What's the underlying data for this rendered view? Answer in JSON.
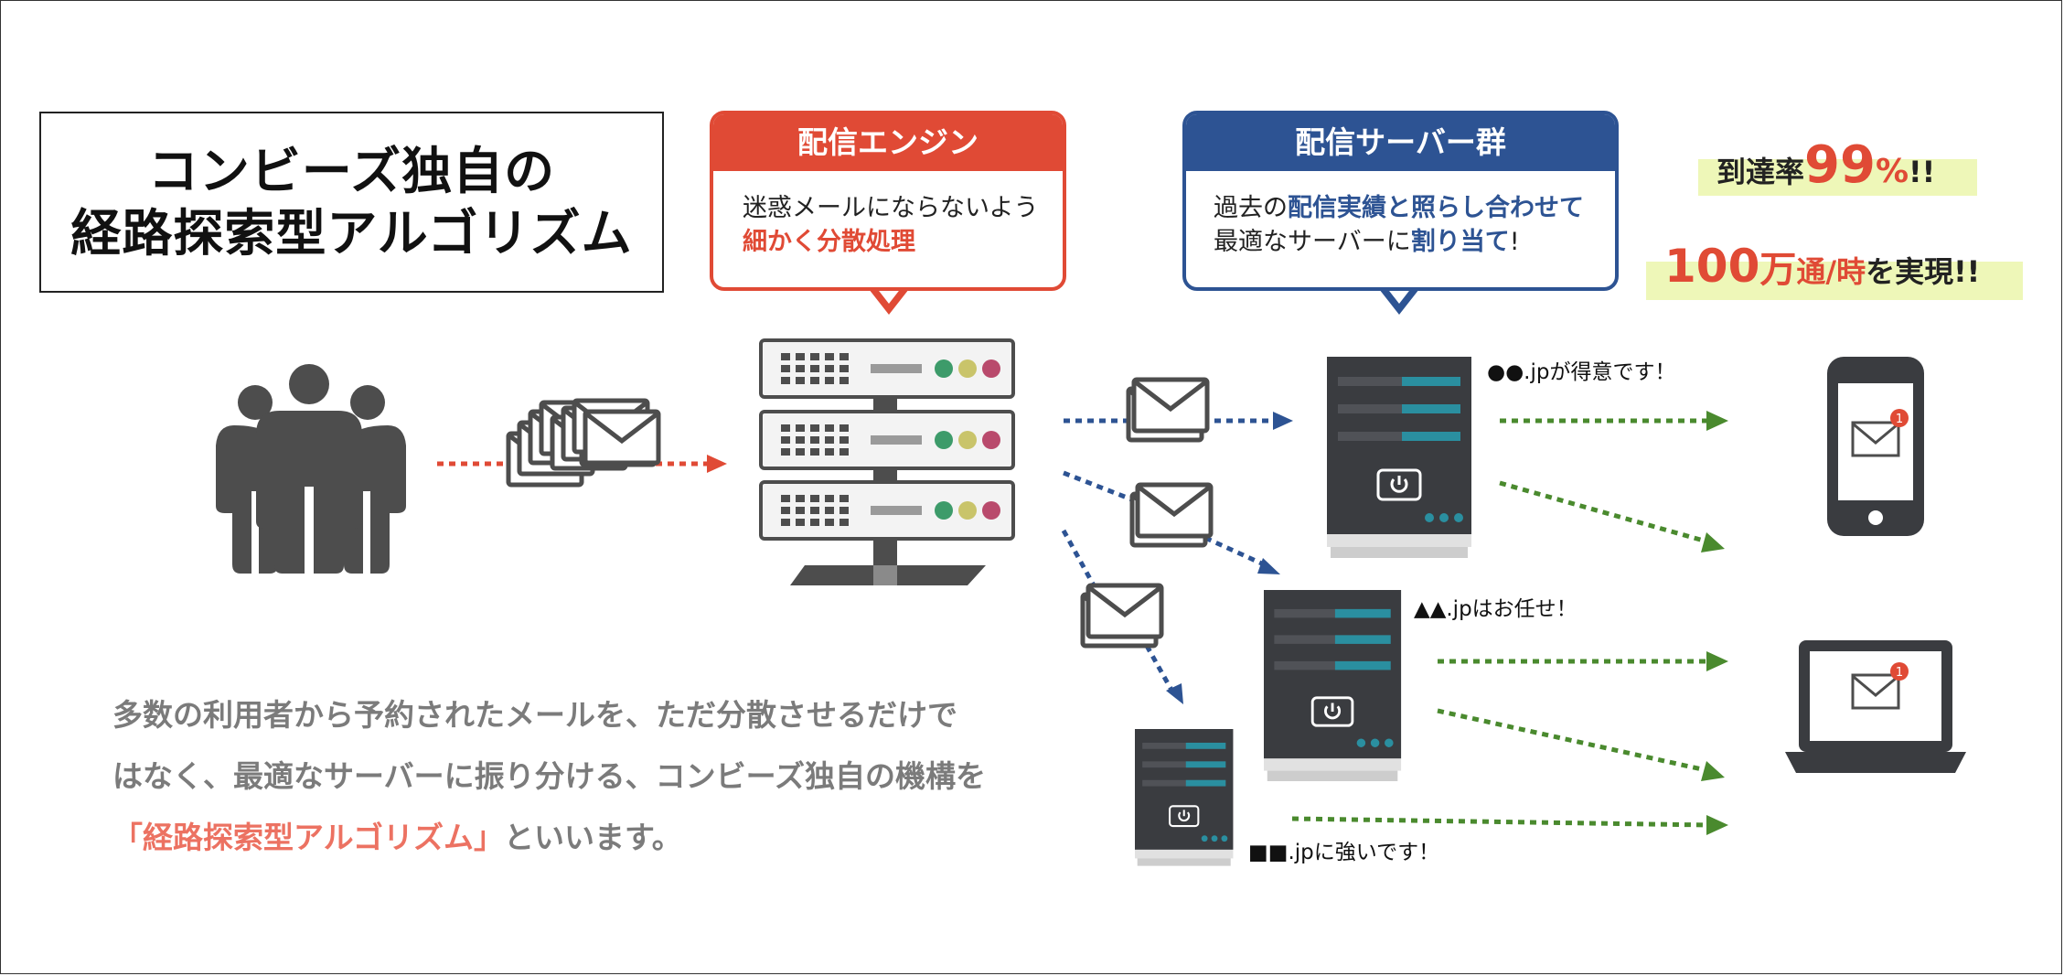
{
  "title": {
    "line1": "コンビーズ独自の",
    "line2": "経路探索型アルゴリズム"
  },
  "engine_bubble": {
    "heading": "配信エンジン",
    "line1": "迷惑メールにならないよう",
    "line2_emphasis": "細かく分散処理"
  },
  "servers_bubble": {
    "heading": "配信サーバー群",
    "line1_plain": "過去の",
    "line1_emphasis": "配信実績と照らし合わせて",
    "line2_plain": "最適なサーバーに",
    "line2_emphasis": "割り当て",
    "line2_end": "!"
  },
  "stats": {
    "delivery_prefix": "到達率",
    "delivery_value": "99",
    "delivery_unit": "%",
    "delivery_suffix": "!!",
    "throughput_value": "100",
    "throughput_unit": "万",
    "throughput_rate": "通/時",
    "throughput_suffix": "を実現!!"
  },
  "server_labels": {
    "server1": "●●.jpが得意です！",
    "server2": "▲▲.jpはお任せ！",
    "server3": "■■.jpに強いです！"
  },
  "device_badges": {
    "phone": "1",
    "laptop": "1"
  },
  "description": {
    "line1": "多数の利用者から予約されたメールを、ただ分散させるだけで",
    "line2": "はなく、最適なサーバーに振り分ける、コンビーズ独自の機構を",
    "line3_highlight": "「経路探索型アルゴリズム」",
    "line3_rest": "といいます。"
  },
  "colors": {
    "engine_red": "#e04a35",
    "server_blue": "#2d5393",
    "arrow_green": "#4a8a2e",
    "highlight_yellow": "#eef7b8",
    "description_gray": "#7b7b7b",
    "description_highlight": "#ec7262"
  },
  "icons": [
    "users-icon",
    "envelope-stack-icon",
    "delivery-engine-server-icon",
    "server-tower-icon",
    "smartphone-icon",
    "laptop-icon",
    "envelope-icon"
  ]
}
